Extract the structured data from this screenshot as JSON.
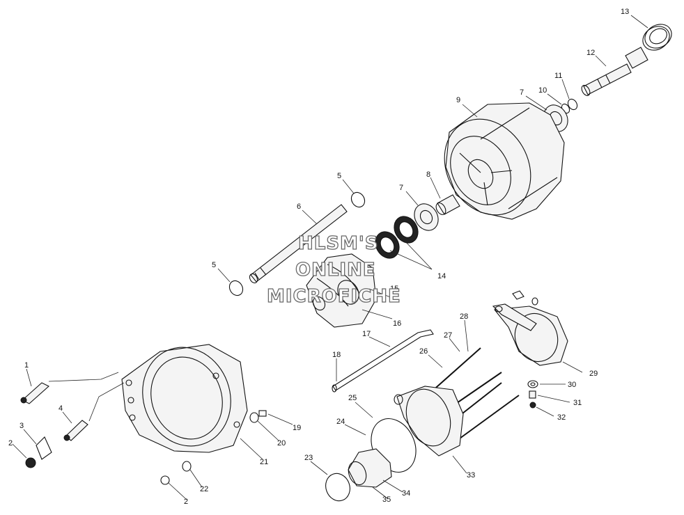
{
  "diagram": {
    "callouts": [
      {
        "id": "c13",
        "label": "13"
      },
      {
        "id": "c12",
        "label": "12"
      },
      {
        "id": "c11",
        "label": "11"
      },
      {
        "id": "c10",
        "label": "10"
      },
      {
        "id": "c7a",
        "label": "7"
      },
      {
        "id": "c9",
        "label": "9"
      },
      {
        "id": "c8",
        "label": "8"
      },
      {
        "id": "c7b",
        "label": "7"
      },
      {
        "id": "c5a",
        "label": "5"
      },
      {
        "id": "c6",
        "label": "6"
      },
      {
        "id": "c5b",
        "label": "5"
      },
      {
        "id": "c14",
        "label": "14"
      },
      {
        "id": "c15",
        "label": "15"
      },
      {
        "id": "c16",
        "label": "16"
      },
      {
        "id": "c17",
        "label": "17"
      },
      {
        "id": "c18",
        "label": "18"
      },
      {
        "id": "c28",
        "label": "28"
      },
      {
        "id": "c27",
        "label": "27"
      },
      {
        "id": "c26",
        "label": "26"
      },
      {
        "id": "c29",
        "label": "29"
      },
      {
        "id": "c30",
        "label": "30"
      },
      {
        "id": "c31",
        "label": "31"
      },
      {
        "id": "c32",
        "label": "32"
      },
      {
        "id": "c25",
        "label": "25"
      },
      {
        "id": "c24",
        "label": "24"
      },
      {
        "id": "c33",
        "label": "33"
      },
      {
        "id": "c23",
        "label": "23"
      },
      {
        "id": "c34",
        "label": "34"
      },
      {
        "id": "c35",
        "label": "35"
      },
      {
        "id": "c1",
        "label": "1"
      },
      {
        "id": "c4",
        "label": "4"
      },
      {
        "id": "c3",
        "label": "3"
      },
      {
        "id": "c2a",
        "label": "2"
      },
      {
        "id": "c19",
        "label": "19"
      },
      {
        "id": "c20",
        "label": "20"
      },
      {
        "id": "c21",
        "label": "21"
      },
      {
        "id": "c22",
        "label": "22"
      },
      {
        "id": "c2b",
        "label": "2"
      }
    ],
    "watermark": [
      "HLSM'S",
      "ONLINE",
      "MICROFICHE"
    ]
  }
}
